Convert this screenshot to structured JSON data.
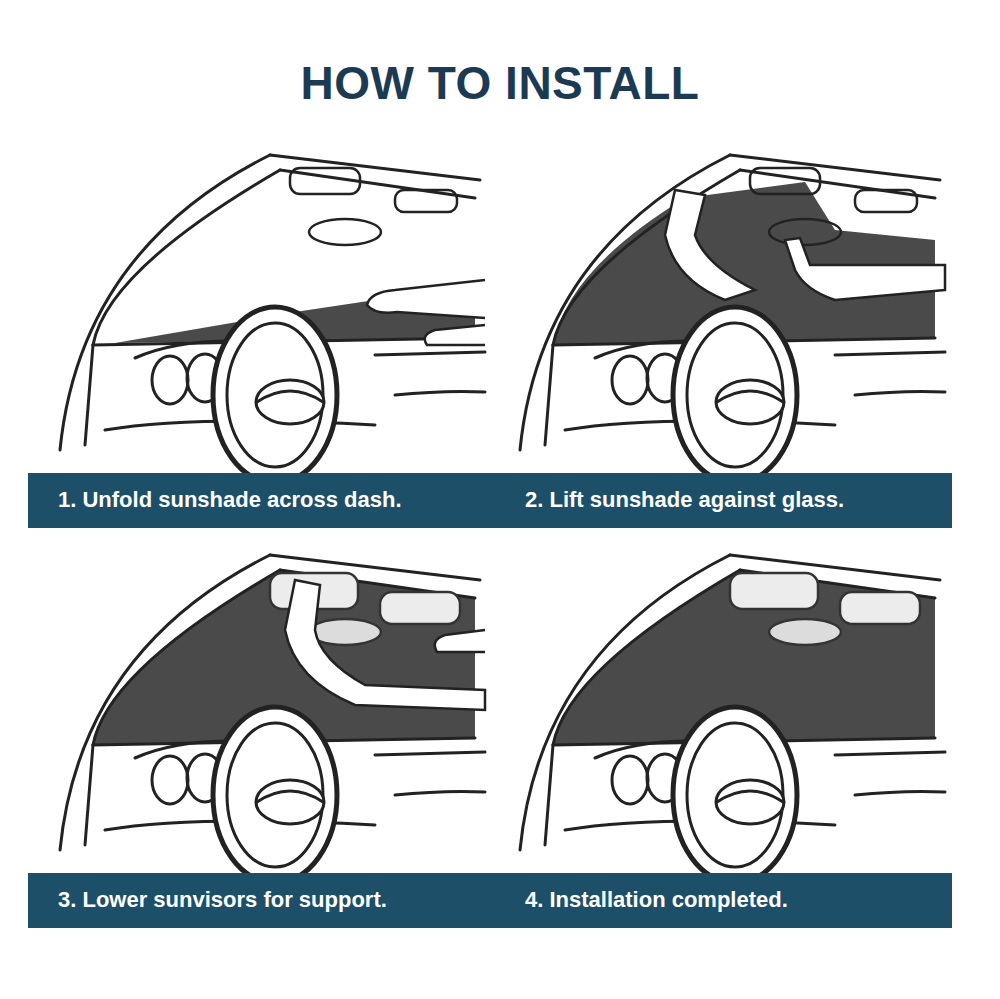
{
  "diagram": {
    "title": "HOW TO INSTALL",
    "nodes": [
      {
        "text": [
          "1. Unfold sunshade across dash."
        ]
      },
      {
        "text": [
          "2. Lift sunshade against glass."
        ]
      },
      {
        "text": [
          "3. Lower sunvisors for support."
        ]
      },
      {
        "text": [
          "4. Installation completed."
        ]
      }
    ]
  }
}
